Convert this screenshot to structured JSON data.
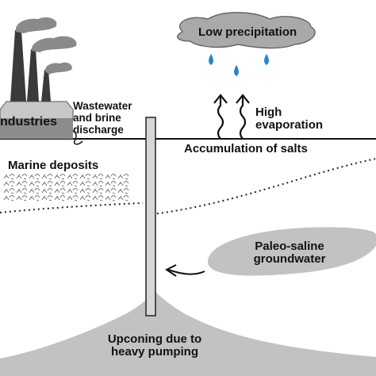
{
  "diagram": {
    "labels": {
      "industries": "ndustries",
      "wastewater": "Wastewater\nand brine\ndischarge",
      "low_precipitation": "Low precipitation",
      "high_evaporation": "High\nevaporation",
      "accumulation_of_salts": "Accumulation of salts",
      "marine_deposits": "Marine deposits",
      "paleo_saline_groundwater": "Paleo-saline\ngroundwater",
      "upconing": "Upconing due to\nheavy pumping"
    },
    "colors": {
      "ink": "#111111",
      "factory": "#3a3a3a",
      "building_roof": "#c8c8c8",
      "smoke": "#8a8a8a",
      "cloud": "#a9a9a9",
      "water_drop": "#2a86c8",
      "well": "#d6d6d6",
      "saline_zone": "#c2c2c2"
    },
    "icons": [
      "factory-icon",
      "smoke-icon",
      "cloud-icon",
      "rain-drop-icon",
      "evaporation-arrow-icon",
      "well-icon",
      "flow-arrow-icon",
      "marine-deposit-pattern"
    ]
  }
}
